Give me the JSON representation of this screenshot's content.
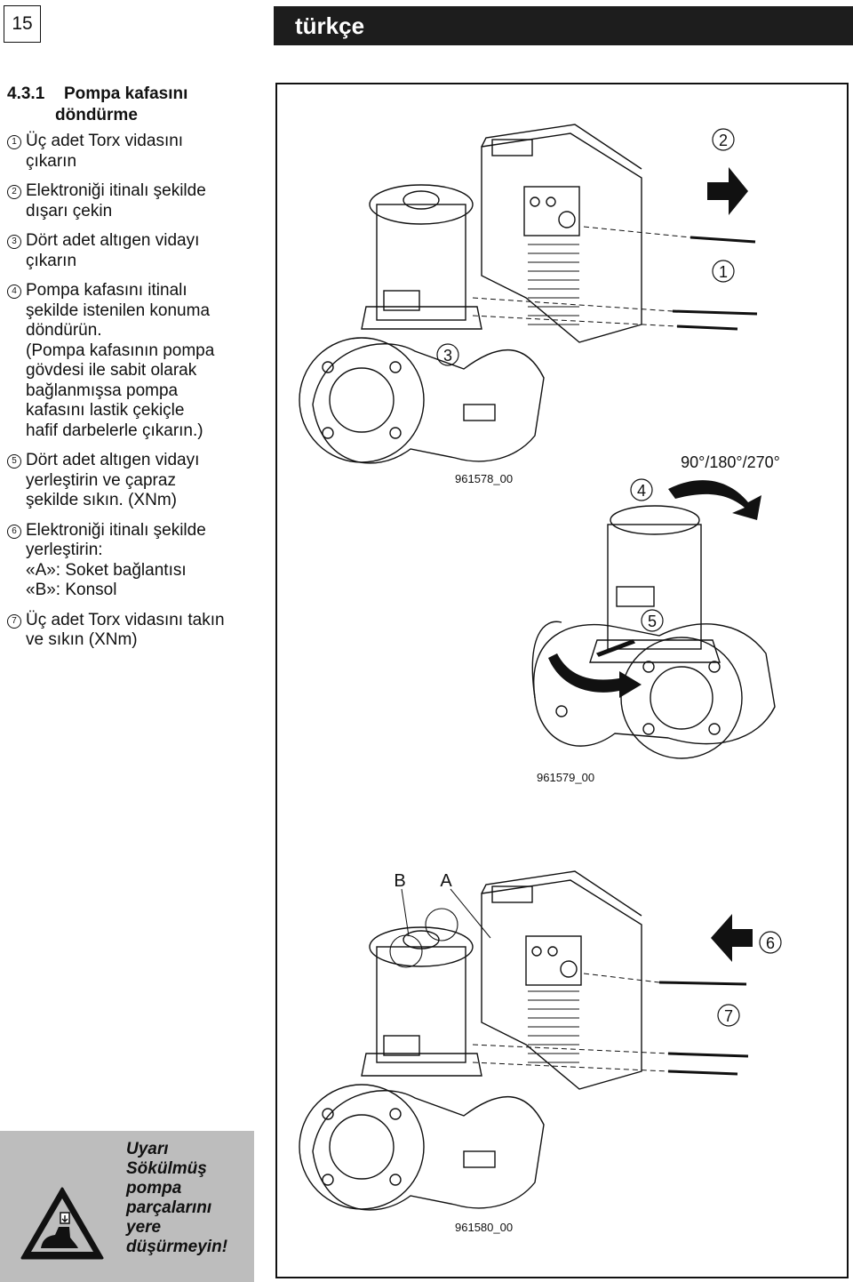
{
  "page": {
    "number": "15",
    "language": "türkçe"
  },
  "section": {
    "number": "4.3.1",
    "title_line1": "Pompa kafasını",
    "title_line2": "döndürme"
  },
  "steps": [
    {
      "marker": "1",
      "lines": [
        "Üç adet Torx vidasını",
        "çıkarın"
      ]
    },
    {
      "marker": "2",
      "lines": [
        "Elektroniği itinalı şekilde",
        "dışarı çekin"
      ]
    },
    {
      "marker": "3",
      "lines": [
        "Dört adet altıgen vidayı",
        "çıkarın"
      ]
    },
    {
      "marker": "4",
      "lines": [
        "Pompa kafasını itinalı",
        "şekilde istenilen konuma",
        "döndürün.",
        "(Pompa kafasının pompa",
        "gövdesi ile sabit olarak",
        "bağlanmışsa pompa",
        "kafasını lastik çekiçle",
        "hafif darbelerle çıkarın.)"
      ]
    },
    {
      "marker": "5",
      "lines": [
        "Dört adet altıgen vidayı",
        "yerleştirin ve çapraz",
        "şekilde sıkın. (XNm)"
      ]
    },
    {
      "marker": "6",
      "lines": [
        "Elektroniği itinalı şekilde",
        "yerleştirin:",
        "«A»: Soket bağlantısı",
        "«B»: Konsol"
      ]
    },
    {
      "marker": "7",
      "lines": [
        "Üç adet Torx vidasını takın",
        "ve sıkın (XNm)"
      ]
    }
  ],
  "figure": {
    "fig1_code": "961578_00",
    "fig2_code": "961579_00",
    "fig3_code": "961580_00",
    "callout_1": "1",
    "callout_2": "2",
    "callout_3": "3",
    "callout_4": "4",
    "callout_5": "5",
    "callout_6": "6",
    "callout_7": "7",
    "rotation_label": "90°/180°/270°",
    "label_b": "B",
    "label_a": "A"
  },
  "warning": {
    "line1": "Uyarı",
    "line2": "Sökülmüş",
    "line3": "pompa",
    "line4": "parçalarını",
    "line5": "yere",
    "line6": "düşürmeyin!",
    "background": "#bdbdbd"
  },
  "colors": {
    "header_bar": "#1d1d1d",
    "header_text": "#ffffff",
    "warning_bg": "#bdbdbd"
  },
  "icons": {
    "warning": "falling-parts-foot-warning-icon"
  }
}
